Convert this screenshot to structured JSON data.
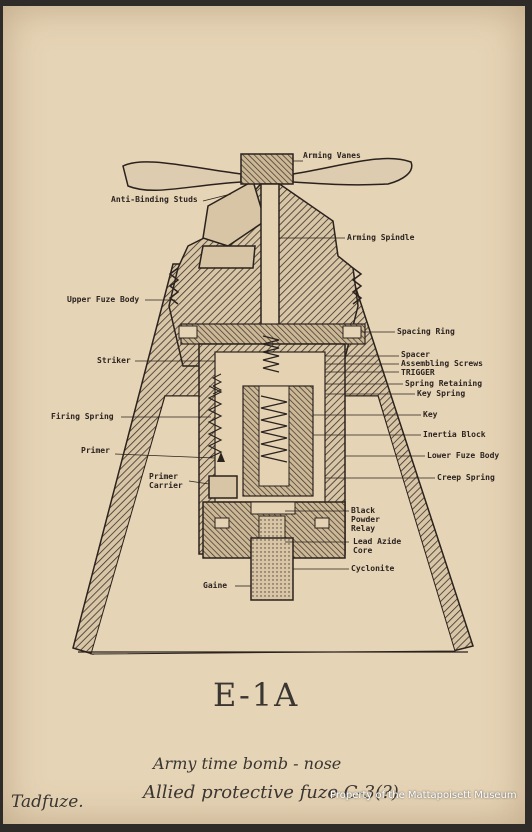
{
  "labels": {
    "arming_vanes": "Arming Vanes",
    "anti_binding_studs": "Anti-Binding Studs",
    "arming_spindle": "Arming Spindle",
    "upper_fuze_body": "Upper Fuze Body",
    "spacing_ring": "Spacing Ring",
    "striker": "Striker",
    "spacer": "Spacer",
    "assembling_screws": "Assembling Screws",
    "trigger": "TRIGGER",
    "spring_retaining": "Spring Retaining",
    "key_spring": "Key Spring",
    "firing_spring": "Firing Spring",
    "key": "Key",
    "inertia_block": "Inertia Block",
    "primer": "Primer",
    "lower_fuze_body": "Lower Fuze Body",
    "primer_carrier": "Primer\nCarrier",
    "creep_spring": "Creep Spring",
    "black_powder_relay": "Black\nPowder\nRelay",
    "lead_azide_core": "Lead Azide\nCore",
    "cyclonite": "Cyclonite",
    "gaine": "Gaine"
  },
  "handwriting": {
    "main": "E-1A",
    "line1": "Army time bomb - nose",
    "line2": "Allied protective fuze C-3(?)",
    "left": "Tadfuze."
  },
  "watermark": "Property of the Mattapoisett Museum"
}
